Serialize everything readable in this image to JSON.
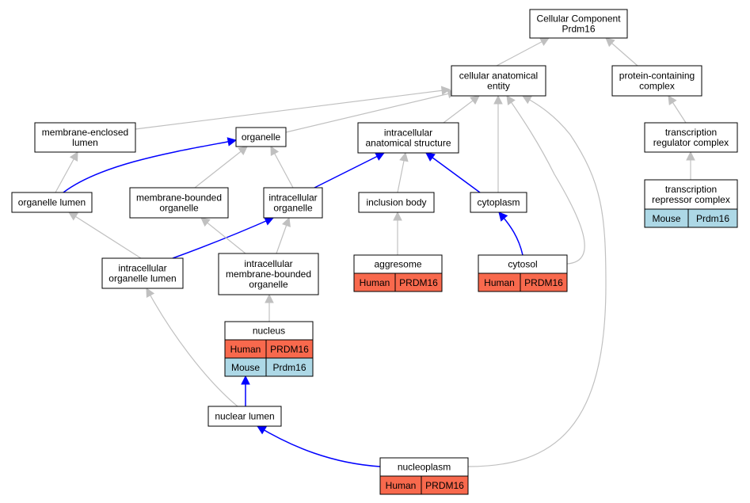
{
  "graph": {
    "nodes": {
      "cc_root": {
        "lines": [
          "Cellular Component",
          "Prdm16"
        ]
      },
      "cae": {
        "lines": [
          "cellular anatomical",
          "entity"
        ]
      },
      "pcc": {
        "lines": [
          "protein-containing",
          "complex"
        ]
      },
      "mel": {
        "lines": [
          "membrane-enclosed",
          "lumen"
        ]
      },
      "organelle": {
        "lines": [
          "organelle"
        ]
      },
      "ias": {
        "lines": [
          "intracellular",
          "anatomical structure"
        ]
      },
      "trc": {
        "lines": [
          "transcription",
          "regulator complex"
        ]
      },
      "ol": {
        "lines": [
          "organelle lumen"
        ]
      },
      "mbo": {
        "lines": [
          "membrane-bounded",
          "organelle"
        ]
      },
      "io": {
        "lines": [
          "intracellular",
          "organelle"
        ]
      },
      "ib": {
        "lines": [
          "inclusion body"
        ]
      },
      "cytoplasm": {
        "lines": [
          "cytoplasm"
        ]
      },
      "trpc": {
        "lines": [
          "transcription",
          "repressor complex"
        ]
      },
      "iol": {
        "lines": [
          "intracellular",
          "organelle lumen"
        ]
      },
      "imbo": {
        "lines": [
          "intracellular",
          "membrane-bounded",
          "organelle"
        ]
      },
      "aggresome": {
        "lines": [
          "aggresome"
        ]
      },
      "cytosol": {
        "lines": [
          "cytosol"
        ]
      },
      "nucleus": {
        "lines": [
          "nucleus"
        ]
      },
      "nl": {
        "lines": [
          "nuclear lumen"
        ]
      },
      "nucleoplasm": {
        "lines": [
          "nucleoplasm"
        ]
      }
    },
    "annotations": {
      "trpc": [
        {
          "species": "Mouse",
          "gene": "Prdm16"
        }
      ],
      "aggresome": [
        {
          "species": "Human",
          "gene": "PRDM16"
        }
      ],
      "cytosol": [
        {
          "species": "Human",
          "gene": "PRDM16"
        }
      ],
      "nucleus": [
        {
          "species": "Human",
          "gene": "PRDM16"
        },
        {
          "species": "Mouse",
          "gene": "Prdm16"
        }
      ],
      "nucleoplasm": [
        {
          "species": "Human",
          "gene": "PRDM16"
        }
      ]
    },
    "edges": [
      {
        "from": "cae",
        "to": "cc_root",
        "color": "gray"
      },
      {
        "from": "pcc",
        "to": "cc_root",
        "color": "gray"
      },
      {
        "from": "mel",
        "to": "cae",
        "color": "gray"
      },
      {
        "from": "organelle",
        "to": "cae",
        "color": "gray"
      },
      {
        "from": "ias",
        "to": "cae",
        "color": "gray"
      },
      {
        "from": "cytoplasm",
        "to": "cae",
        "color": "gray"
      },
      {
        "from": "cytosol",
        "to": "cae",
        "color": "gray"
      },
      {
        "from": "nucleoplasm",
        "to": "cae",
        "color": "gray"
      },
      {
        "from": "trc",
        "to": "pcc",
        "color": "gray"
      },
      {
        "from": "trpc",
        "to": "trc",
        "color": "gray"
      },
      {
        "from": "ol",
        "to": "mel",
        "color": "gray"
      },
      {
        "from": "ol",
        "to": "organelle",
        "color": "blue"
      },
      {
        "from": "mbo",
        "to": "organelle",
        "color": "gray"
      },
      {
        "from": "io",
        "to": "organelle",
        "color": "gray"
      },
      {
        "from": "io",
        "to": "ias",
        "color": "blue"
      },
      {
        "from": "ib",
        "to": "ias",
        "color": "gray"
      },
      {
        "from": "cytoplasm",
        "to": "ias",
        "color": "blue"
      },
      {
        "from": "iol",
        "to": "ol",
        "color": "gray"
      },
      {
        "from": "iol",
        "to": "io",
        "color": "blue"
      },
      {
        "from": "imbo",
        "to": "mbo",
        "color": "gray"
      },
      {
        "from": "imbo",
        "to": "io",
        "color": "gray"
      },
      {
        "from": "aggresome",
        "to": "ib",
        "color": "gray"
      },
      {
        "from": "cytosol",
        "to": "cytoplasm",
        "color": "blue"
      },
      {
        "from": "nucleus",
        "to": "imbo",
        "color": "gray"
      },
      {
        "from": "nl",
        "to": "iol",
        "color": "gray"
      },
      {
        "from": "nl",
        "to": "nucleus",
        "color": "blue"
      },
      {
        "from": "nucleoplasm",
        "to": "nl",
        "color": "blue"
      }
    ]
  },
  "colors": {
    "human": "#f8694d",
    "mouse": "#add8e6",
    "edge_gray": "#c0c0c0",
    "edge_blue": "#0000ff",
    "node_fill": "#ffffff",
    "node_stroke": "#000000"
  }
}
